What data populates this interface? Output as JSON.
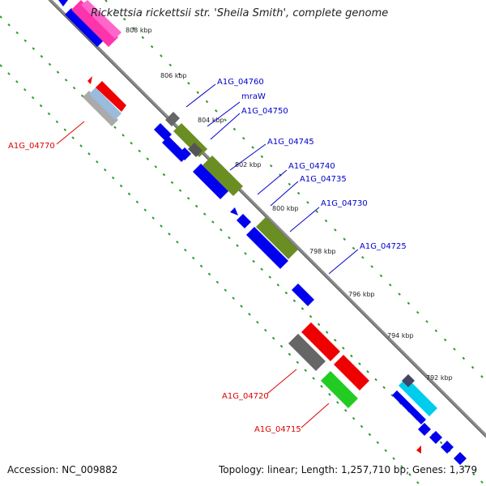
{
  "map": {
    "title": "Rickettsia rickettsii str. 'Sheila Smith', complete genome",
    "accession": "Accession: NC_009882",
    "summary": "Topology: linear; Length: 1,257,710 bp; Genes: 1,379",
    "ruler_ticks": [
      "808 kbp",
      "806 kbp",
      "804 kbp",
      "802 kbp",
      "800 kbp",
      "798 kbp",
      "796 kbp",
      "794 kbp",
      "792 kbp"
    ],
    "gene_labels": [
      {
        "text": "A1G_04760",
        "color": "#0000cc"
      },
      {
        "text": "mraW",
        "color": "#0000cc"
      },
      {
        "text": "A1G_04750",
        "color": "#0000cc"
      },
      {
        "text": "A1G_04745",
        "color": "#0000cc"
      },
      {
        "text": "A1G_04740",
        "color": "#0000cc"
      },
      {
        "text": "A1G_04735",
        "color": "#0000cc"
      },
      {
        "text": "A1G_04730",
        "color": "#0000cc"
      },
      {
        "text": "A1G_04725",
        "color": "#0000cc"
      },
      {
        "text": "A1G_04770",
        "color": "#dd0000"
      },
      {
        "text": "A1G_04720",
        "color": "#dd0000"
      },
      {
        "text": "A1G_04715",
        "color": "#dd0000"
      }
    ],
    "colors": {
      "backbone": "#8c8c8c",
      "forward_cds": "#0000ee",
      "reverse_cds": "#ee0000",
      "orthology": "#6b8e23",
      "gc_skew": "#228b22",
      "accent_pink": "#ff33aa"
    }
  }
}
